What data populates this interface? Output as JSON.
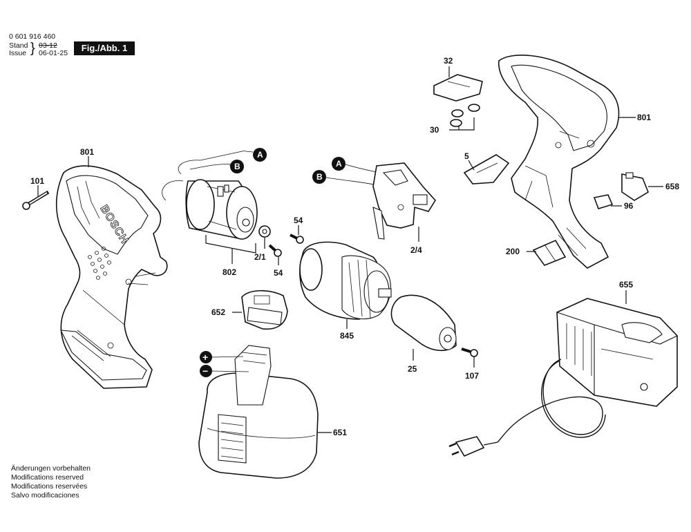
{
  "header": {
    "part_number": "0 601 916 460",
    "stand_label": "Stand",
    "issue_label": "Issue",
    "stand_value": "03-12",
    "issue_value": "06-01-25",
    "figure_label": "Fig./Abb. 1"
  },
  "parts": {
    "p801a": "801",
    "p101": "101",
    "p802": "802",
    "p2_1": "2/1",
    "p54a": "54",
    "p54b": "54",
    "p2_4": "2/4",
    "p845": "845",
    "p25": "25",
    "p107": "107",
    "p652": "652",
    "p651": "651",
    "p32": "32",
    "p30": "30",
    "p801b": "801",
    "p5": "5",
    "p658": "658",
    "p96": "96",
    "p200": "200",
    "p655": "655"
  },
  "connectors": {
    "a1": "A",
    "b1": "B",
    "a2": "A",
    "b2": "B",
    "plus": "+",
    "minus": "−"
  },
  "housing_brand": "BOSCH",
  "notes": [
    "Änderungen vorbehalten",
    "Modifications reserved",
    "Modifications reservées",
    "Salvo modificaciones"
  ]
}
